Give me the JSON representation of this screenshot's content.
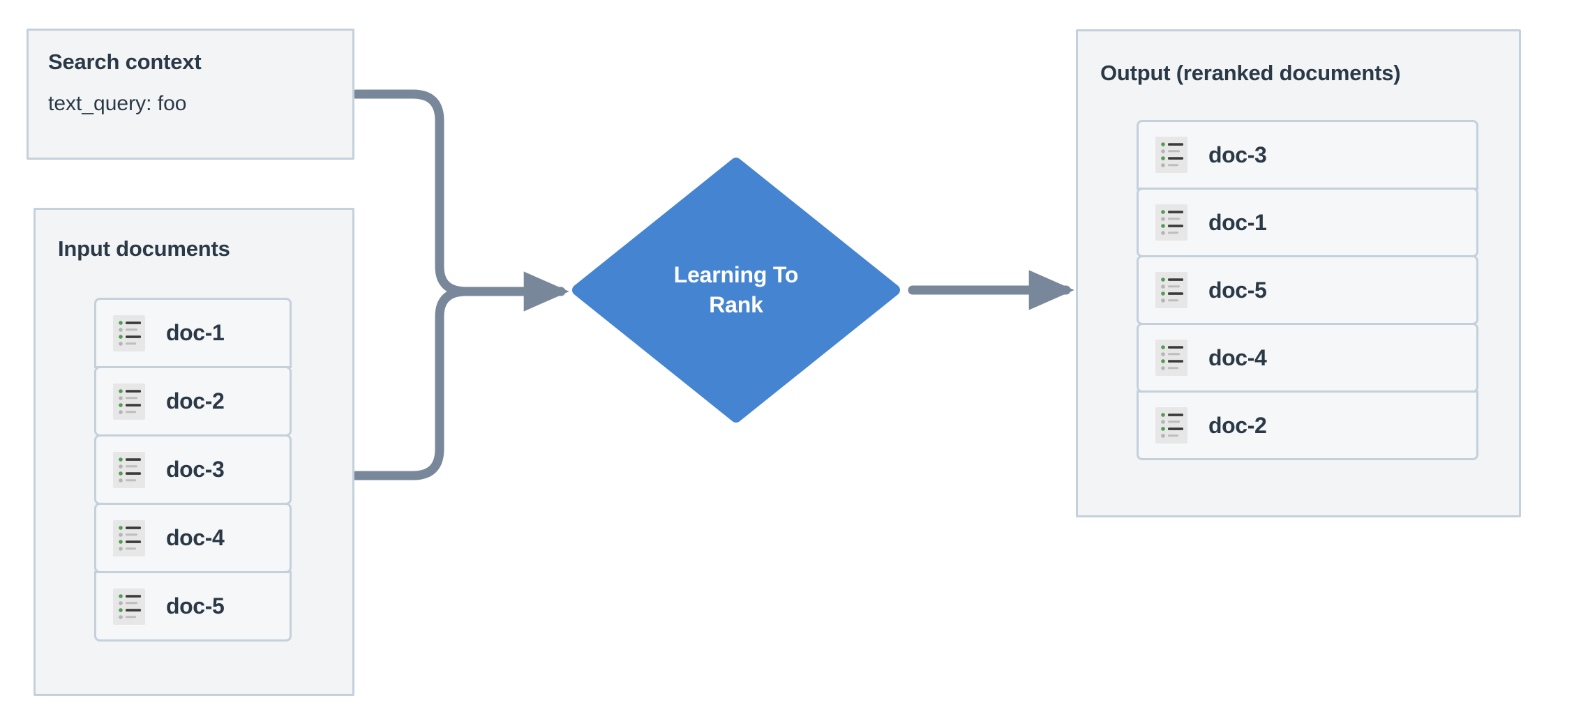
{
  "colors": {
    "panel_fill": "#f2f4f6",
    "panel_border": "#c4d0dc",
    "card_fill": "#f5f7f8",
    "text": "#2b3947",
    "accent_blue": "#4584d0",
    "connector_gray": "#78889a",
    "icon_chip": "#e7e7e7",
    "icon_bullet_green": "#4f9d4f",
    "icon_bullet_gray": "#b4b4b4",
    "icon_line_dark": "#3b3b3b",
    "icon_line_gray": "#bdbdbd",
    "canvas": "#ffffff"
  },
  "search_context": {
    "title": "Search context",
    "query_line": "text_query: foo"
  },
  "input_documents": {
    "title": "Input documents",
    "icon_name": "document-list-icon",
    "items": [
      {
        "label": "doc-1"
      },
      {
        "label": "doc-2"
      },
      {
        "label": "doc-3"
      },
      {
        "label": "doc-4"
      },
      {
        "label": "doc-5"
      }
    ]
  },
  "process_node": {
    "shape": "diamond",
    "line1": "Learning To",
    "line2": "Rank"
  },
  "output": {
    "title": "Output (reranked documents)",
    "icon_name": "document-list-icon",
    "items": [
      {
        "label": "doc-3"
      },
      {
        "label": "doc-1"
      },
      {
        "label": "doc-5"
      },
      {
        "label": "doc-4"
      },
      {
        "label": "doc-2"
      }
    ]
  },
  "connectors": [
    {
      "name": "search-context-to-ltr",
      "from": "Search context",
      "to": "Learning To Rank"
    },
    {
      "name": "input-documents-to-ltr",
      "from": "Input documents",
      "to": "Learning To Rank"
    },
    {
      "name": "ltr-to-output",
      "from": "Learning To Rank",
      "to": "Output (reranked documents)"
    }
  ]
}
